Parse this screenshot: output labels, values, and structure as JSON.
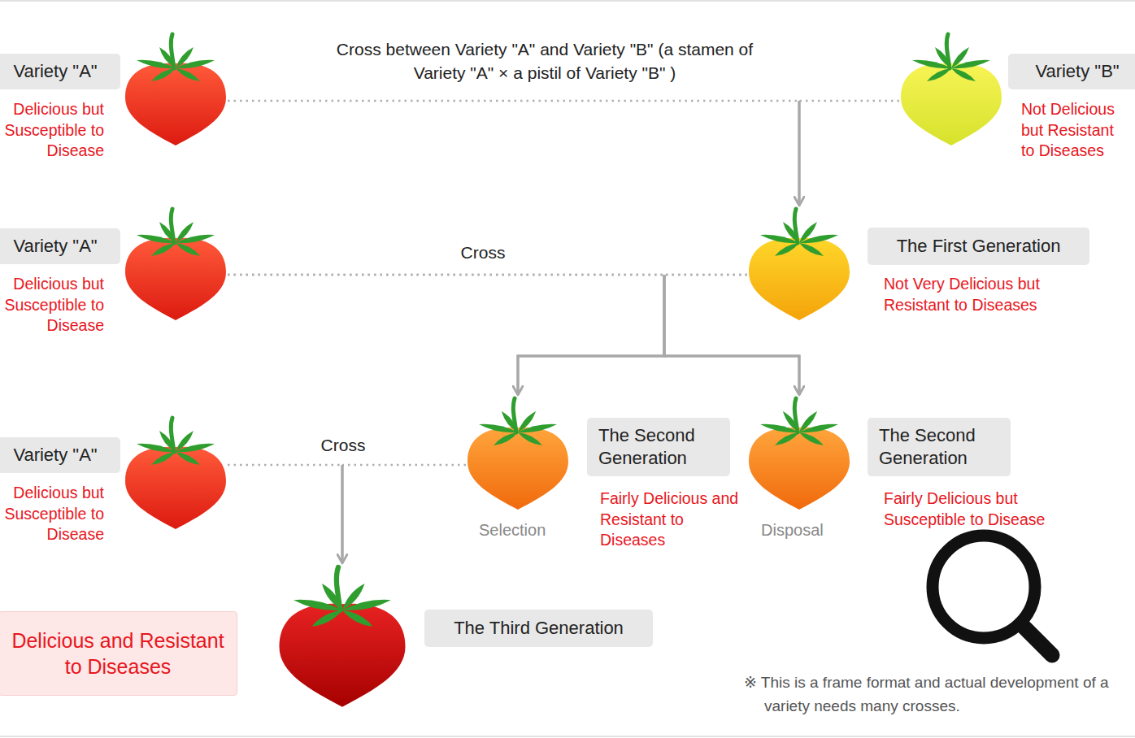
{
  "diagram": {
    "nodes": [
      {
        "text": [
          "Variety \"A\"",
          "Delicious but Susceptible to Disease"
        ]
      },
      {
        "text": [
          "Variety \"B\"",
          "Not Delicious but Resistant to Diseases"
        ]
      },
      {
        "text": [
          "Variety \"A\"",
          "Delicious but Susceptible to Disease"
        ]
      },
      {
        "text": [
          "The First Generation",
          "Not Very Delicious but Resistant to Diseases"
        ]
      },
      {
        "text": [
          "Variety \"A\"",
          "Delicious but Susceptible to Disease"
        ]
      },
      {
        "text": [
          "The Second Generation",
          "Fairly Delicious and Resistant to Diseases"
        ]
      },
      {
        "text": [
          "The Second Generation",
          "Fairly Delicious but Susceptible to Disease"
        ]
      },
      {
        "text": [
          "Delicious and Resistant to Diseases"
        ]
      },
      {
        "text": [
          "The Third Generation"
        ]
      }
    ],
    "edges": [
      {
        "from": 0,
        "to": 3,
        "arrow": "to",
        "label": "Cross between Variety \"A\" and Variety \"B\" (a stamen of Variety \"A\" × a pistil of Variety \"B\" )"
      },
      {
        "from": 1,
        "to": 3,
        "arrow": "to"
      },
      {
        "from": 2,
        "to": 5,
        "arrow": "to",
        "label": "Cross"
      },
      {
        "from": 2,
        "to": 6,
        "arrow": "to"
      },
      {
        "from": 3,
        "to": 5,
        "arrow": "to"
      },
      {
        "from": 3,
        "to": 6,
        "arrow": "to"
      },
      {
        "from": 4,
        "to": 8,
        "arrow": "to",
        "label": "Cross"
      },
      {
        "from": 5,
        "to": 8,
        "arrow": "to"
      }
    ],
    "labels": [
      "Selection",
      "Disposal",
      "※ This is a frame format and actual development of a variety needs many crosses."
    ]
  }
}
